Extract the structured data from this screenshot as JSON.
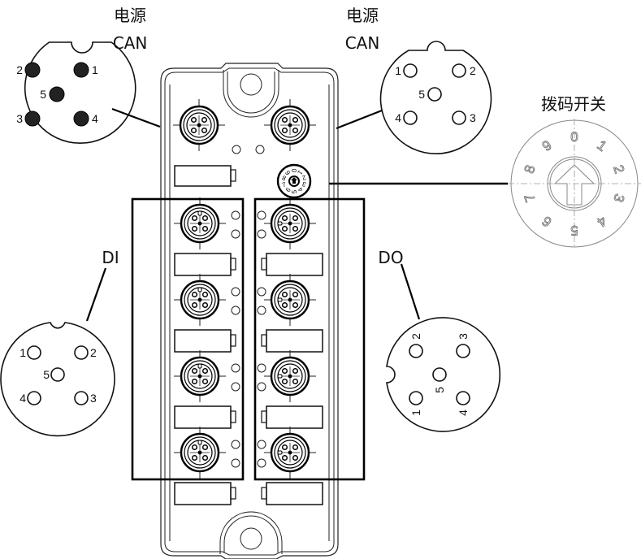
{
  "labels": {
    "can_left_power": "电源",
    "can_left_can": "CAN",
    "can_right_power": "电源",
    "can_right_can": "CAN",
    "dip_switch": "拨码开关",
    "di": "DI",
    "do": "DO"
  },
  "connectors": {
    "can_left": {
      "type": "male",
      "pins": [
        "1",
        "2",
        "3",
        "4",
        "5"
      ]
    },
    "can_right": {
      "type": "female",
      "pins": [
        "1",
        "2",
        "3",
        "4",
        "5"
      ]
    },
    "di": {
      "type": "female",
      "pins": [
        "1",
        "2",
        "3",
        "4",
        "5"
      ]
    },
    "do": {
      "type": "female",
      "pins": [
        "1",
        "2",
        "3",
        "4",
        "5"
      ]
    }
  },
  "dip_switch": {
    "digits": [
      "0",
      "1",
      "2",
      "3",
      "4",
      "5",
      "6",
      "7",
      "8",
      "9"
    ],
    "setting": "0"
  },
  "module": {
    "io_ports_per_side": 4,
    "di_ports": 4,
    "do_ports": 4,
    "leds_per_port": 2,
    "status_leds": 2
  }
}
